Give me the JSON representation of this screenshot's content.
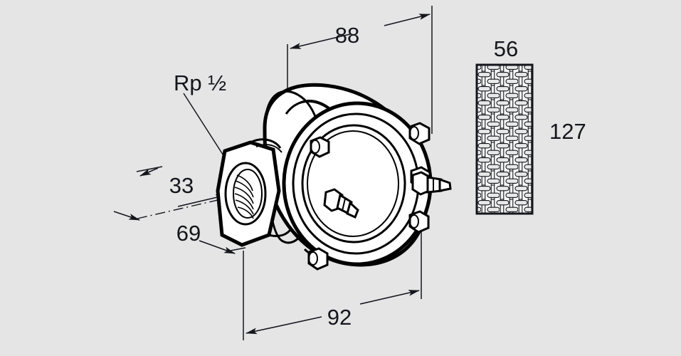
{
  "drawing": {
    "type": "technical-dimension-drawing",
    "subject": "pressure regulator valve with flange and filter screen",
    "background_color": "#e5e5e5",
    "line_color": "#14161c",
    "fill_color": "#ffffff"
  },
  "labels": {
    "thread_spec": "Rp ½",
    "dim_top": "88",
    "dim_bottom": "92",
    "dim_left_upper": "33",
    "dim_left_lower": "69",
    "mesh_width": "56",
    "mesh_height": "127"
  },
  "annotations": [
    {
      "name": "thread-spec",
      "text": "Rp ½",
      "role": "leader-callout",
      "points_to": "threaded-port"
    },
    {
      "name": "overall-depth-top",
      "text": "88",
      "role": "linear-dimension"
    },
    {
      "name": "overall-width-bottom",
      "text": "92",
      "role": "linear-dimension"
    },
    {
      "name": "port-offset-short",
      "text": "33",
      "role": "linear-dimension"
    },
    {
      "name": "port-offset-long",
      "text": "69",
      "role": "linear-dimension"
    },
    {
      "name": "screen-width",
      "text": "56",
      "role": "linear-dimension"
    },
    {
      "name": "screen-height",
      "text": "127",
      "role": "linear-dimension"
    }
  ],
  "components": {
    "valve_body": "round regulator housing, isometric view",
    "threaded_port": "hexagonal boss with internal Rp 1/2 pipe thread",
    "flange": "bolted circular flange with hex bolts",
    "bolts_visible": 6,
    "nipples_visible": 2,
    "filter_screen": "woven wire mesh rectangle"
  }
}
